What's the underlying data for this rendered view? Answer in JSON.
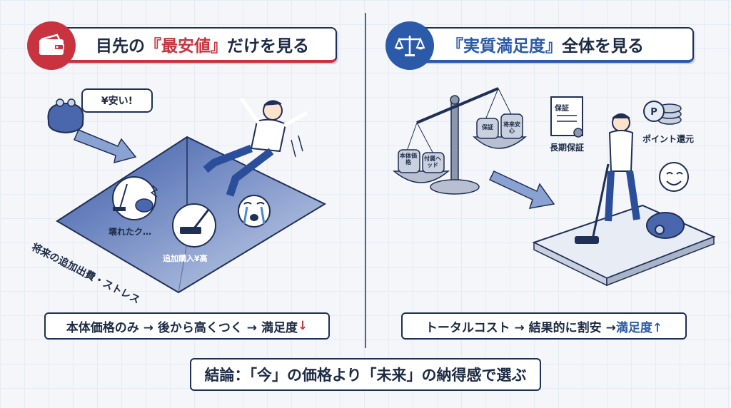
{
  "left": {
    "header_pre": "目先の",
    "header_highlight": "『最安値』",
    "header_post": "だけを見る",
    "bubble": "¥安い!",
    "broken_label": "壊れたク…",
    "extra_purchase_label": "追加購入¥高",
    "path_label": "将来の追加出費・ストレス",
    "summary_text": "本体価格のみ → 後から高くつく → 満足度",
    "summary_arrow": "↓"
  },
  "right": {
    "header_highlight": "『実質満足度』",
    "header_post": "全体を見る",
    "weight_labels": [
      "本体価格",
      "付属ヘッド",
      "保証",
      "将来安心"
    ],
    "warranty_doc": "保証",
    "warranty_label": "長期保証",
    "points_label": "ポイント還元",
    "summary_prefix": "トータルコスト → 結果的に割安 → ",
    "summary_highlight": "満足度↑"
  },
  "conclusion": "結論：「今」の価格より「未来」の納得感で選ぶ",
  "colors": {
    "red": "#c8333f",
    "blue": "#2b5aa8",
    "navy": "#1f2f55"
  },
  "icons": [
    "wallet-icon",
    "scale-icon",
    "coin-purse-icon",
    "vacuum-icon",
    "crying-face-icon",
    "smile-face-icon",
    "coins-icon",
    "certificate-icon"
  ]
}
